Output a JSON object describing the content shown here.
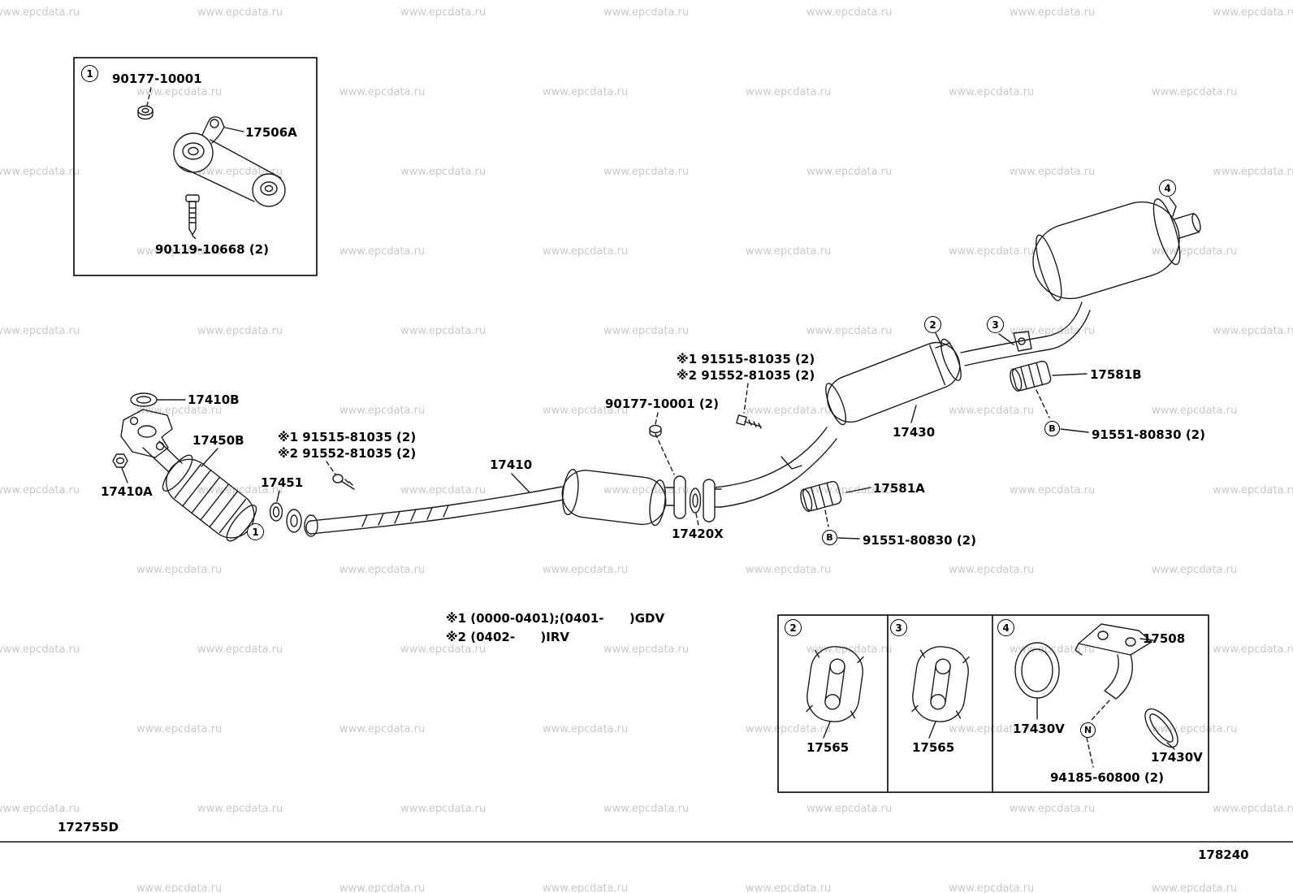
{
  "watermark": {
    "text": "www.epcdata.ru"
  },
  "callouts": {
    "n1": "1",
    "n2": "2",
    "n3": "3",
    "n4": "4",
    "B": "B",
    "N": "N"
  },
  "inset": {
    "nut": "90177-10001",
    "bracket": "17506A",
    "bolt": "90119-10668 (2)"
  },
  "parts": {
    "gasket_17410B": "17410B",
    "converter_17450B": "17450B",
    "nut_17410A": "17410A",
    "gasket_17451": "17451",
    "bolt_91515": "※1 91515-81035 (2)",
    "bolt_91552": "※2 91552-81035 (2)",
    "front_pipe_17410": "17410",
    "nut_90177_qty2": "90177-10001 (2)",
    "gasket_17420X": "17420X",
    "support_17581A": "17581A",
    "support_17581B": "17581B",
    "clamp_91551": "91551-80830 (2)",
    "muffler_17430": "17430",
    "hanger_17565": "17565",
    "gasket_17430V": "17430V",
    "bracket_17508": "17508",
    "bolt_94185": "94185-60800 (2)"
  },
  "notes": {
    "line1": "※1 (0000-0401);(0401-      )GDV",
    "line2": "※2 (0402-      )IRV"
  },
  "footer": {
    "left_code": "172755D",
    "right_code": "178240"
  }
}
